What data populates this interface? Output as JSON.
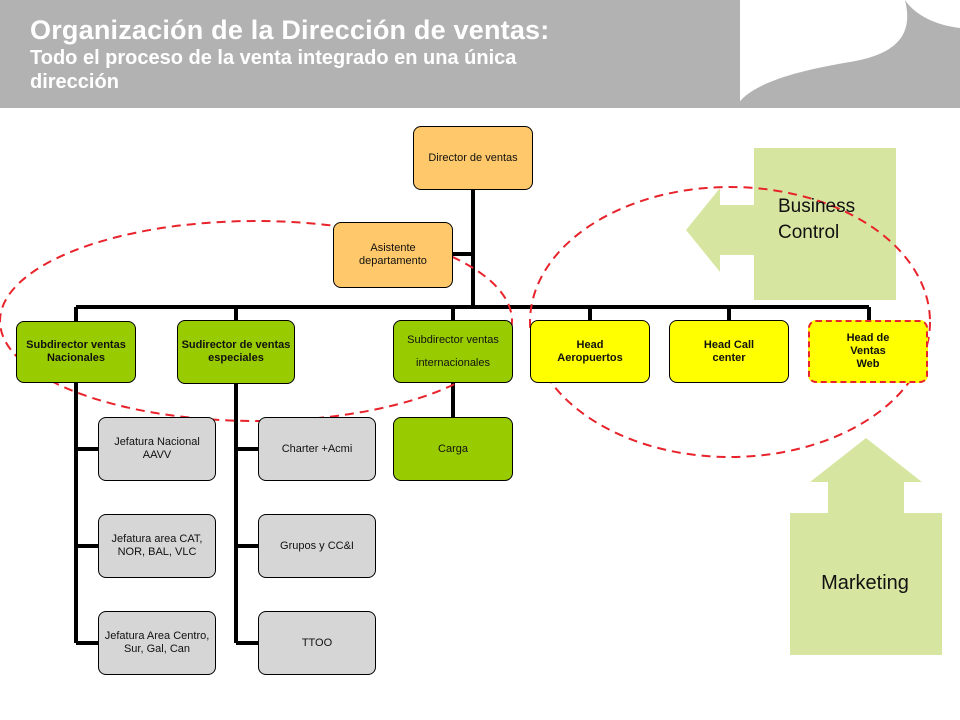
{
  "header": {
    "title": "Organización de la Dirección de ventas:",
    "subtitle_line1": "Todo el proceso de la venta integrado en una única",
    "subtitle_line2": "dirección"
  },
  "org": {
    "director": "Director de ventas",
    "asistente": "Asistente departamento",
    "sub_nacionales": "Subdirector ventas Nacionales",
    "sub_especiales": "Sudirector de ventas especiales",
    "sub_internacionales_1": "Subdirector ventas",
    "sub_internacionales_2": "internacionales",
    "head_aeropuertos": "Head Aeropuertos",
    "head_call_center": "Head Call center",
    "head_ventas_web": "Head de Ventas Web",
    "jef_nacional": "Jefatura Nacional AAVV",
    "jef_area_1": "Jefatura area CAT, NOR, BAL, VLC",
    "jef_area_2": "Jefatura Area Centro, Sur, Gal, Can",
    "charter": "Charter +Acmi",
    "grupos": "Grupos y CC&I",
    "ttoo": "TTOO",
    "carga": "Carga"
  },
  "panels": {
    "business_control_1": "Business",
    "business_control_2": "Control",
    "marketing": "Marketing"
  },
  "colors": {
    "header": "#b2b2b2",
    "orange": "#ffc86a",
    "green": "#99cc00",
    "yellow": "#ffff00",
    "gray": "#d6d6d6",
    "panel": "#d6e6a1",
    "dashed": "#e8232b"
  }
}
